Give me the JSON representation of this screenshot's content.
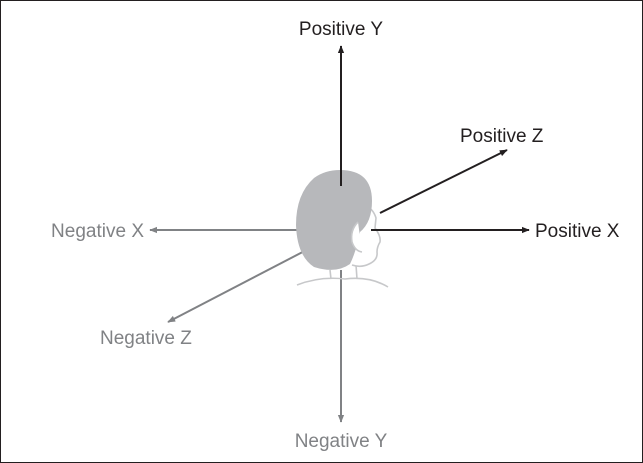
{
  "diagram": {
    "labels": {
      "positive_y": "Positive Y",
      "positive_z": "Positive Z",
      "positive_x": "Positive X",
      "negative_x": "Negative X",
      "negative_z": "Negative Z",
      "negative_y": "Negative Y"
    },
    "colors": {
      "positive": "#231f20",
      "negative": "#808285",
      "head_fill": "#b7b8bb",
      "head_outline": "#c7c8ca",
      "frame": "#231f20"
    }
  }
}
